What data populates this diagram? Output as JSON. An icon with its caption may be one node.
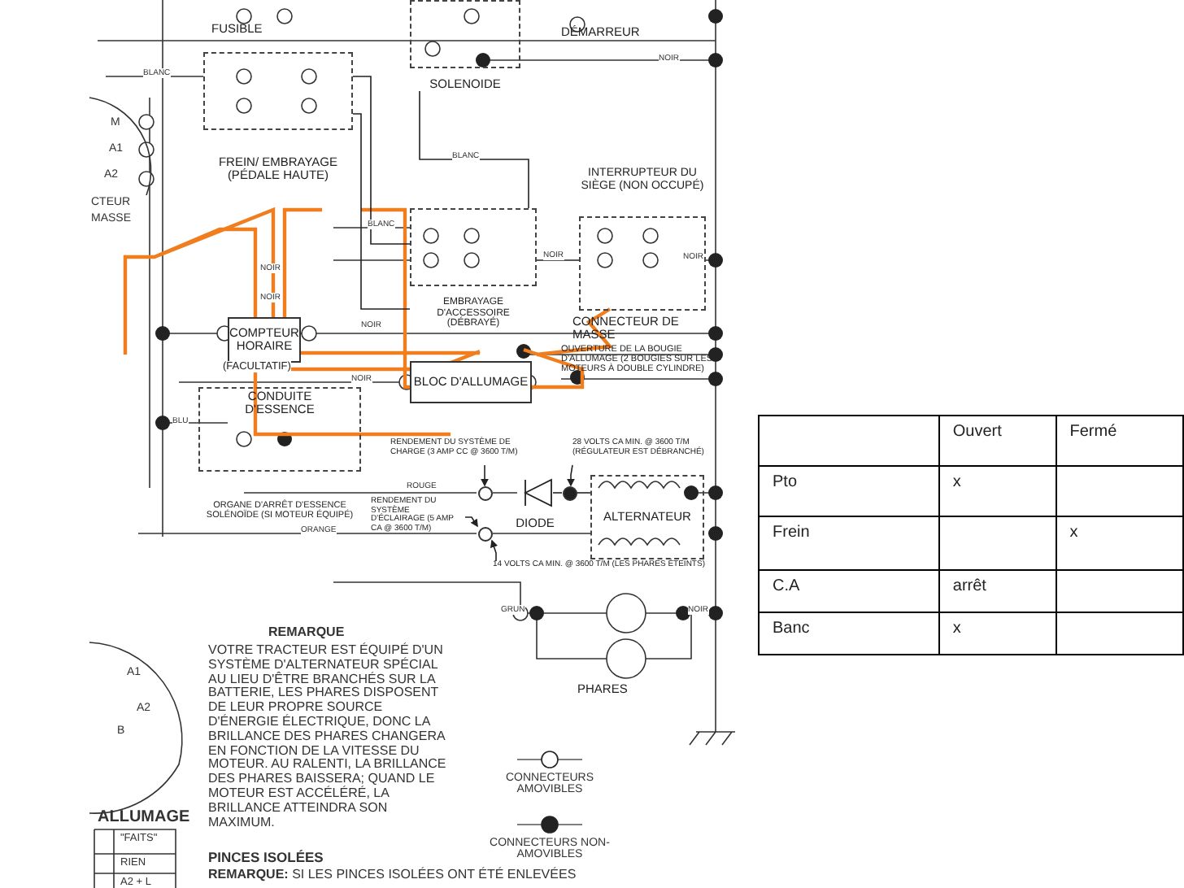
{
  "diagram": {
    "nodes": [
      {
        "text": [
          "FUSIBLE"
        ]
      },
      {
        "text": [
          "SOLENOIDE"
        ]
      },
      {
        "text": [
          "DÉMARREUR"
        ]
      },
      {
        "text": [
          "FREIN/ EMBRAYAGE (PÉDALE HAUTE)"
        ]
      },
      {
        "text": [
          "INTERRUPTEUR DU SIÈGE (NON OCCUPÉ)"
        ]
      },
      {
        "text": [
          "EMBRAYAGE D'ACCESSOIRE (DÉBRAYÉ)"
        ]
      },
      {
        "text": [
          "CONNECTEUR DE MASSE"
        ]
      },
      {
        "text": [
          "COMPTEUR HORAIRE"
        ],
        "beside": [
          "(FACULTATIF)"
        ]
      },
      {
        "text": [
          "BLOC D'ALLUMAGE"
        ]
      },
      {
        "text": [
          "OUVERTURE DE LA BOUGIE D'ALLUMAGE (2 BOUGIES SUR LES MOTEURS À DOUBLE CYLINDRE)"
        ]
      },
      {
        "text": [
          "ORGANE D'ARRÊT D'ESSENCE SOLÉNOÏDE (SI MOTEUR ÉQUIPÉ)"
        ]
      },
      {
        "text": [
          "CONDUITE D'ESSENCE"
        ],
        "in": 10
      },
      {
        "text": [
          "RENDEMENT DU SYSTÈME DE CHARGE (3 AMP CC @ 3600 T/M)"
        ]
      },
      {
        "text": [
          "28 VOLTS CA MIN. @ 3600 T/M (RÉGULATEUR EST DÉBRANCHÉ)"
        ]
      },
      {
        "text": [
          "DIODE"
        ]
      },
      {
        "text": [
          "ALTERNATEUR"
        ]
      },
      {
        "text": [
          "RENDEMENT DU SYSTÈME D'ÉCLAIRAGE (5 AMP CA @ 3600 T/M)"
        ]
      },
      {
        "text": [
          "14 VOLTS CA MIN. @ 3600 T/M (LES PHARES ÉTEINTS)"
        ]
      },
      {
        "text": [
          "PHARES"
        ]
      },
      {
        "text": [],
        "shape": "circle"
      },
      {
        "text": [],
        "shape": "circle"
      },
      {
        "text": [],
        "shape": "circle"
      }
    ],
    "edges": [
      {
        "from": 12,
        "to": 19,
        "arrow": "to"
      },
      {
        "from": 13,
        "to": 20,
        "arrow": "to"
      },
      {
        "from": 14,
        "to": 20,
        "arrow": "none"
      },
      {
        "from": 20,
        "to": 15,
        "arrow": "none"
      },
      {
        "from": 16,
        "to": 21,
        "arrow": "to"
      },
      {
        "from": 17,
        "to": 21,
        "arrow": "to"
      },
      {
        "from": 1,
        "to": 5,
        "arrow": "none",
        "label": "BLANC"
      },
      {
        "from": 3,
        "to": 5,
        "arrow": "none"
      },
      {
        "from": 3,
        "to": 5,
        "arrow": "none"
      },
      {
        "from": 5,
        "to": 4,
        "arrow": "none",
        "label": "NOIR"
      }
    ],
    "labels": [
      "BLANC",
      "NOIR",
      "CTEUR",
      "MASSE",
      "M",
      "A1",
      "A2",
      "BLANC",
      "NOIR",
      "NOIR",
      "NOIR",
      "NOIR",
      "NOIR",
      "BLU",
      "ROUGE",
      "ORANGE",
      "GRUN",
      "NOIR",
      "REMARQUE",
      "VOTRE TRACTEUR EST ÉQUIPÉ D'UN SYSTÈME D'ALTERNATEUR SPÉCIAL AU LIEU D'ÊTRE BRANCHÉS SUR LA BATTERIE, LES PHARES DISPOSENT DE LEUR PROPRE SOURCE D'ÉNERGIE ÉLECTRIQUE, DONC LA BRILLANCE DES PHARES CHANGERA EN FONCTION DE LA VITESSE DU MOTEUR. AU RALENTI, LA BRILLANCE DES PHARES BAISSERA; QUAND LE MOTEUR EST ACCÉLÉRÉ, LA BRILLANCE ATTEINDRA SON MAXIMUM.",
      "PINCES ISOLÉES",
      "**REMARQUE:** SI LES PINCES ISOLÉES ONT ÉTÉ ENLEVÉES",
      "A1",
      "A2",
      "B",
      "ALLUMAGE",
      "\"FAITS\"",
      "RIEN",
      "A2 + L",
      "Ouvert",
      "Fermé",
      "Pto",
      "x",
      "Frein",
      "x",
      "C.A",
      "arrêt",
      "Banc",
      "x"
    ],
    "legend": [
      {
        "text": "CONNECTEURS AMOVIBLES"
      },
      {
        "text": "CONNECTEURS NON-AMOVIBLES"
      }
    ]
  }
}
